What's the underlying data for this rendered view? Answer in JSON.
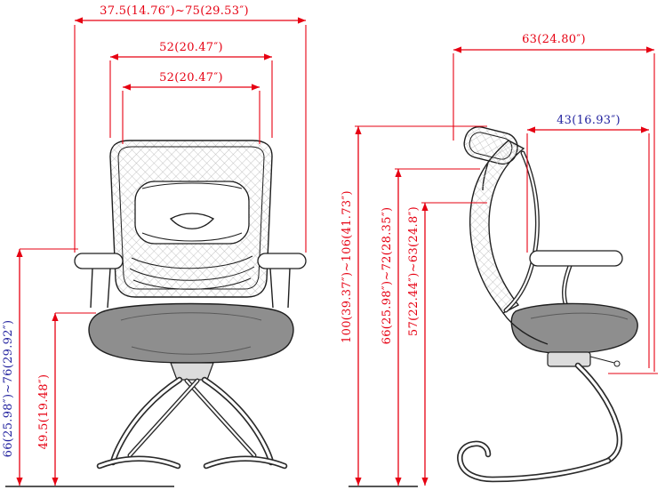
{
  "colors": {
    "dimension_red": "#e60012",
    "label_blue": "#23239f",
    "line_black": "#1f1f1f",
    "seat_gray": "#8e8e8e"
  },
  "front": {
    "overall_width": "37.5(14.76″)~75(29.53″)",
    "backrest_width": "52(20.47″)",
    "backrest_width_inner": "52(20.47″)",
    "armrest_top_height": "66(25.98″)~76(29.92″)",
    "seat_height": "49.5(19.48″)"
  },
  "side": {
    "overall_depth": "63(24.80″)",
    "upper_depth": "43(16.93″)",
    "overall_height": "100(39.37″)~106(41.73″)",
    "backrest_top_height": "66(25.98″)~72(28.35″)",
    "armrest_height": "57(22.44″)~63(24.8″)"
  }
}
